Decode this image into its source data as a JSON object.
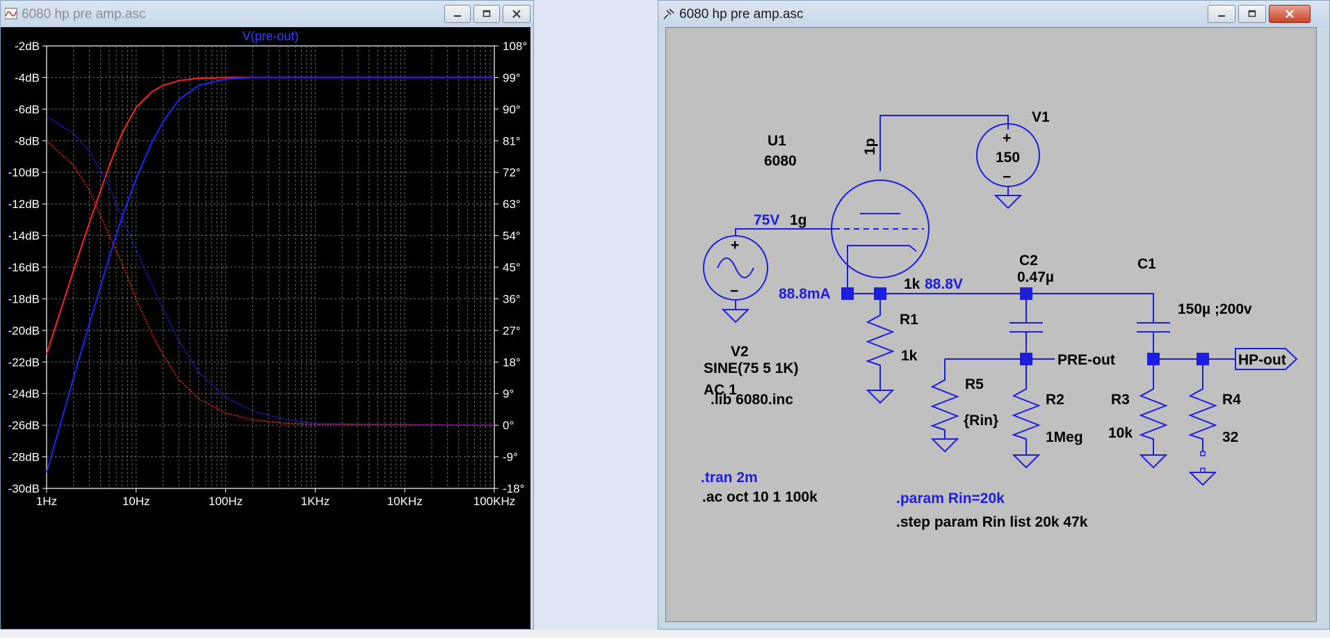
{
  "left_window": {
    "title": "6080 hp pre amp.asc",
    "icons": {
      "app": "waveform-icon",
      "minimize": "minimize-icon",
      "maximize": "maximize-icon",
      "close": "close-icon"
    }
  },
  "right_window": {
    "title": "6080 hp pre amp.asc",
    "icons": {
      "app": "schematic-icon",
      "minimize": "minimize-icon",
      "maximize": "maximize-icon",
      "close": "close-icon"
    }
  },
  "chart_data": {
    "type": "line",
    "title": "V(pre-out)",
    "x_scale": "log",
    "xlim": [
      1,
      100000
    ],
    "x_ticks": [
      1,
      10,
      100,
      1000,
      10000,
      100000
    ],
    "x_tick_labels": [
      "1Hz",
      "10Hz",
      "100Hz",
      "1KHz",
      "10KHz",
      "100KHz"
    ],
    "ylim": [
      -30,
      -2
    ],
    "y_ticks": [
      -2,
      -4,
      -6,
      -8,
      -10,
      -12,
      -14,
      -16,
      -18,
      -20,
      -22,
      -24,
      -26,
      -28,
      -30
    ],
    "y_tick_labels": [
      "-2dB",
      "-4dB",
      "-6dB",
      "-8dB",
      "-10dB",
      "-12dB",
      "-14dB",
      "-16dB",
      "-18dB",
      "-20dB",
      "-22dB",
      "-24dB",
      "-26dB",
      "-28dB",
      "-30dB"
    ],
    "y2lim": [
      -18,
      108
    ],
    "y2_ticks": [
      108,
      99,
      90,
      81,
      72,
      63,
      54,
      45,
      36,
      27,
      18,
      9,
      0,
      -9,
      -18
    ],
    "y2_tick_labels": [
      "108°",
      "99°",
      "90°",
      "81°",
      "72°",
      "63°",
      "54°",
      "45°",
      "36°",
      "27°",
      "18°",
      "9°",
      "0°",
      "-9°",
      "-18°"
    ],
    "grid": true,
    "series": [
      {
        "color": "#ff2020",
        "style": "solid",
        "axis": "left",
        "x": [
          1,
          2,
          3,
          5,
          7,
          10,
          15,
          20,
          30,
          50,
          100,
          200,
          1000,
          100000
        ],
        "y": [
          -21.5,
          -16.2,
          -13.2,
          -9.6,
          -7.5,
          -5.9,
          -4.9,
          -4.5,
          -4.2,
          -4.05,
          -4.0,
          -4.0,
          -4.0,
          -4.0
        ]
      },
      {
        "color": "#2222ff",
        "style": "solid",
        "axis": "left",
        "x": [
          1,
          2,
          3,
          5,
          7,
          10,
          15,
          20,
          30,
          50,
          100,
          200,
          1000,
          100000
        ],
        "y": [
          -29.0,
          -23.0,
          -19.6,
          -15.4,
          -12.8,
          -10.4,
          -8.1,
          -6.8,
          -5.4,
          -4.5,
          -4.1,
          -4.0,
          -4.0,
          -4.0
        ]
      },
      {
        "color": "#ff2020",
        "style": "dotted",
        "axis": "right",
        "x": [
          1,
          2,
          3,
          5,
          7,
          10,
          15,
          20,
          30,
          50,
          100,
          200,
          500,
          1000,
          100000
        ],
        "y": [
          81,
          74,
          67,
          54,
          46,
          36,
          26,
          20,
          13,
          7.5,
          3.5,
          1.5,
          0.5,
          0.2,
          0
        ]
      },
      {
        "color": "#2222ff",
        "style": "dotted",
        "axis": "right",
        "x": [
          1,
          2,
          3,
          5,
          7,
          10,
          15,
          20,
          30,
          50,
          100,
          200,
          500,
          1000,
          100000
        ],
        "y": [
          88,
          83,
          78,
          68,
          59,
          50,
          40,
          33,
          24,
          15,
          8,
          4,
          1.5,
          0.5,
          0
        ]
      }
    ]
  },
  "schematic": {
    "u1_name": "U1",
    "u1_model": "6080",
    "plate_label": "1p",
    "grid_label": "1g",
    "v1_name": "V1",
    "v1_value": "150",
    "v1_plus": "+",
    "v1_minus": "−",
    "grid_voltage": "75V",
    "current": "88.8mA",
    "cathode_label": "1k",
    "cathode_voltage": "88.8V",
    "r1_name": "R1",
    "r1_value": "1k",
    "c2_name": "C2",
    "c2_value": "0.47µ",
    "c1_name": "C1",
    "c1_value": "150µ ;200v",
    "pre_out": "PRE-out",
    "hp_out": "HP-out",
    "r5_name": "R5",
    "r5_value": "{Rin}",
    "r2_name": "R2",
    "r2_value": "1Meg",
    "r3_name": "R3",
    "r3_value": "10k",
    "r4_name": "R4",
    "r4_value": "32",
    "v2_name": "V2",
    "v2_plus": "+",
    "v2_minus": "−",
    "v2_value": "SINE(75 5 1K)",
    "v2_ac": "AC 1",
    "lib": ".lib 6080.inc",
    "tran": ".tran 2m",
    "ac": ".ac oct 10 1 100k",
    "param": ".param Rin=20k",
    "step": ".step param Rin list 20k 47k"
  }
}
